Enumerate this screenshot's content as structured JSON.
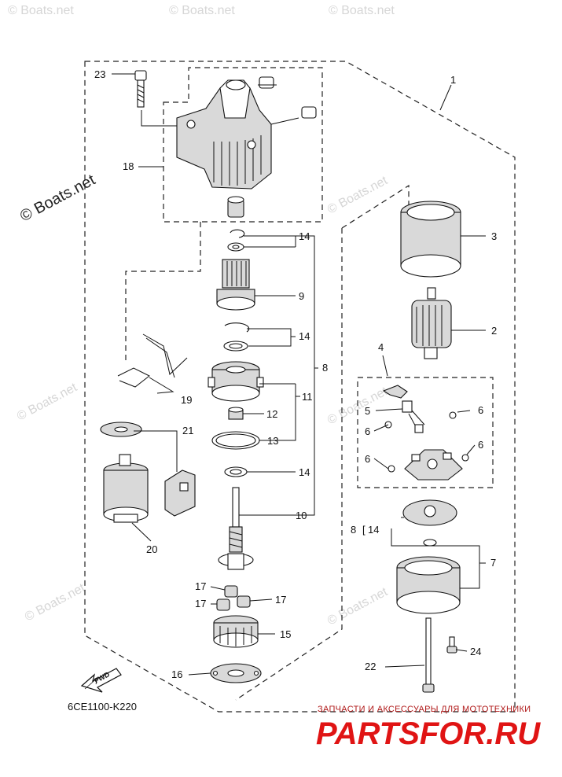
{
  "watermarks": {
    "small": "© Boats.net",
    "large": "© Boats.net"
  },
  "diagram_code": "6CE1100-K220",
  "fwd_label": "FWD",
  "brand": {
    "tagline": "ЗАПЧАСТИ И АКСЕССУАРЫ ДЛЯ МОТОТЕХНИКИ",
    "logo_text": "PARTSFOR.RU"
  },
  "callouts": {
    "c1": "1",
    "c2": "2",
    "c3": "3",
    "c4": "4",
    "c5": "5",
    "c6a": "6",
    "c6b": "6",
    "c6c": "6",
    "c6d": "6",
    "c7": "7",
    "c8": "8",
    "c8b": "8",
    "c9": "9",
    "c10": "10",
    "c11": "11",
    "c12": "12",
    "c13": "13",
    "c14a": "14",
    "c14b": "14",
    "c14c": "14",
    "c14d": "14",
    "c15": "15",
    "c16": "16",
    "c17a": "17",
    "c17b": "17",
    "c17c": "17",
    "c18": "18",
    "c19": "19",
    "c20": "20",
    "c21": "21",
    "c22": "22",
    "c23": "23",
    "c24": "24"
  },
  "colors": {
    "ink": "#111111",
    "watermark": "#d6d6d6",
    "brand_red": "#e01414"
  }
}
